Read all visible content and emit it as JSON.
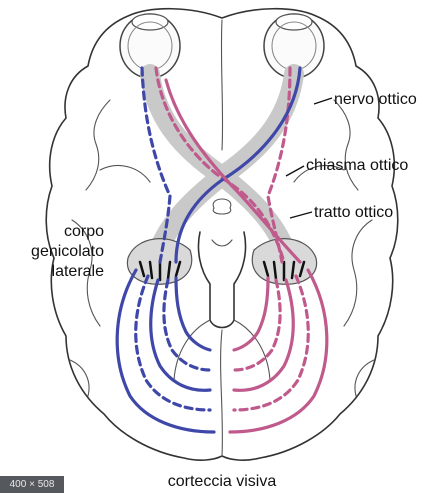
{
  "labels": {
    "nervo_ottico": "nervo ottico",
    "chiasma_ottico": "chiasma ottico",
    "tratto_ottico": "tratto ottico",
    "corpo_line1": "corpo",
    "corpo_line2": "genicolato",
    "corpo_line3": "laterale",
    "corteccia_visiva": "corteccia visiva"
  },
  "badge": "400 × 508",
  "colors": {
    "left_pathway": "#3f48a8",
    "right_pathway": "#c05a8c",
    "outline": "#333333"
  }
}
